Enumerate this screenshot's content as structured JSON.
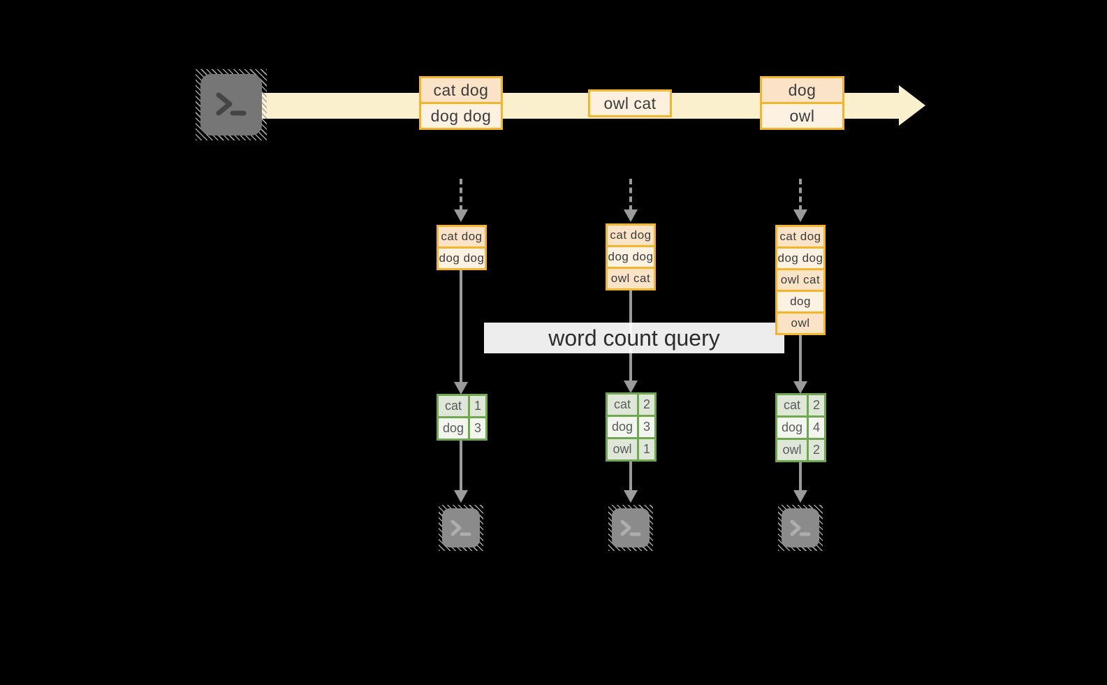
{
  "diagram": {
    "query_label": "word count query",
    "background": "#000000"
  },
  "stream": {
    "direction": "left-to-right",
    "events": [
      {
        "lines": [
          "cat dog",
          "dog dog"
        ]
      },
      {
        "lines": [
          "owl cat"
        ]
      },
      {
        "lines": [
          "dog",
          "owl"
        ]
      }
    ]
  },
  "columns": [
    {
      "buffer": [
        "cat dog",
        "dog dog"
      ],
      "counts": [
        {
          "word": "cat",
          "value": "1"
        },
        {
          "word": "dog",
          "value": "3"
        }
      ]
    },
    {
      "buffer": [
        "cat dog",
        "dog dog",
        "owl cat"
      ],
      "counts": [
        {
          "word": "cat",
          "value": "2"
        },
        {
          "word": "dog",
          "value": "3"
        },
        {
          "word": "owl",
          "value": "1"
        }
      ]
    },
    {
      "buffer": [
        "cat dog",
        "dog dog",
        "owl cat",
        "dog",
        "owl"
      ],
      "counts": [
        {
          "word": "cat",
          "value": "2"
        },
        {
          "word": "dog",
          "value": "4"
        },
        {
          "word": "owl",
          "value": "2"
        }
      ]
    }
  ],
  "icons": {
    "source": "terminal-icon",
    "sinks": [
      "terminal-icon",
      "terminal-icon",
      "terminal-icon"
    ]
  },
  "colors": {
    "stream_fill": "#FBF0CE",
    "record_border": "#F2B52B",
    "record_cell_dark": "#FAE3C6",
    "record_cell_light": "#FDF2E2",
    "count_border": "#6FA84E",
    "count_cell_dark": "#DFE8D8",
    "count_cell_light": "#F3F6EF",
    "connector_gray": "#9B9B9B",
    "banner_bg": "#FFFFFF",
    "banner_text": "#2C2C2C"
  }
}
